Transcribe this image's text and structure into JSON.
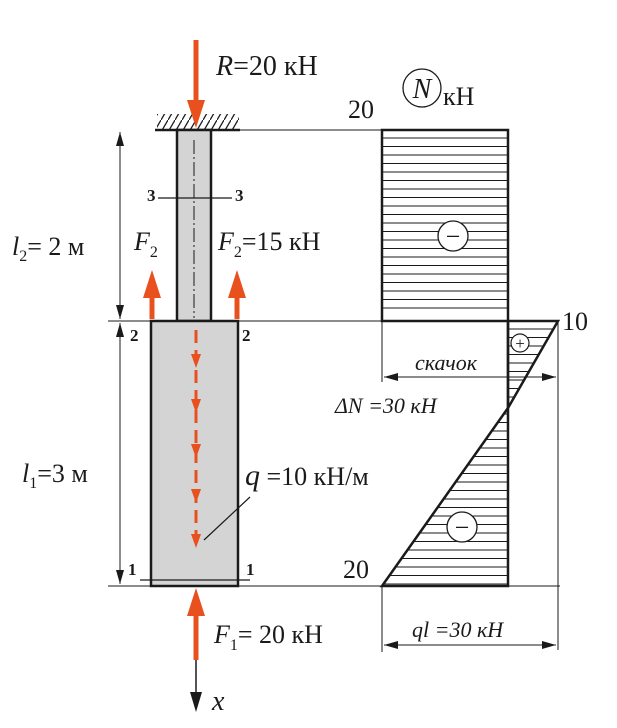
{
  "colors": {
    "line": "#1a1a1a",
    "force_arrow": "#e8501e",
    "rod_fill": "#d4d4d4",
    "background": "#ffffff"
  },
  "reaction": {
    "symbol": "R",
    "value": "=20 кН"
  },
  "epure": {
    "circle_symbol": "N",
    "unit": "кН",
    "top_value": "20",
    "mid_value": "10",
    "bottom_value": "20",
    "sign_top": "−",
    "sign_plus": "+",
    "sign_bottom": "−"
  },
  "jump": {
    "word": "скачок",
    "value": "ΔN =30 кН"
  },
  "load_total": {
    "value": "ql =30 кН"
  },
  "section_3": {
    "left": "3",
    "right": "3"
  },
  "section_2": {
    "left": "2",
    "right": "2"
  },
  "section_1": {
    "left": "1",
    "right": "1"
  },
  "upper_segment": {
    "length_symbol": "l",
    "length_sub": "2",
    "length_value": "= 2 м",
    "force_left_symbol": "F",
    "force_left_sub": "2",
    "force_right_symbol": "F",
    "force_right_sub": "2",
    "force_value": "=15 кН"
  },
  "lower_segment": {
    "length_symbol": "l",
    "length_sub": "1",
    "length_value": "=3 м",
    "distributed_symbol": "q",
    "distributed_value": " =10 кН/м"
  },
  "bottom_force": {
    "symbol": "F",
    "sub": "1",
    "value": "= 20 кН"
  },
  "axis": {
    "label": "x"
  }
}
